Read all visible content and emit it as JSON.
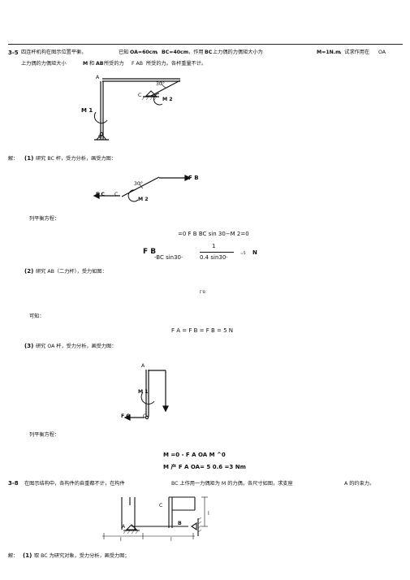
{
  "problem_3_5": {
    "number": "3-5",
    "text_a": "四连杆机构在图示位置平衡，",
    "text_b": "已知",
    "oa": "OA=60cm",
    "sep1": "，",
    "bc": "BC=40cm",
    "text_c": "，作用",
    "bc2": "BC",
    "text_d": "上力偶的力偶矩大小为",
    "m2": "M=1N.m",
    "text_e": "，试求作用在",
    "oa2": "OA",
    "line2_a": "上力偶的力偶矩大小",
    "m1": "M",
    "line2_b": "和",
    "ab": "AB",
    "line2_c": "所受的力",
    "fab": "F AB",
    "line2_d": "所受的力。各杆重量不计。"
  },
  "figure1": {
    "label_a": "A",
    "label_angle": "30°",
    "label_c": "C",
    "label_m2": "M 2",
    "label_m1": "M 1",
    "label_o": "O"
  },
  "solution": {
    "prefix": "解：",
    "step1_num": "(1)",
    "step1_text": "研究 BC 杆，受力分析，画受力图：",
    "fig2": {
      "fb": "F B",
      "angle": "30°",
      "fc": "F C",
      "c": "C",
      "m2": "M 2"
    },
    "eq_heading": "列平衡方程：",
    "eq1": "=0 F B BC sin 30−M 2=0",
    "eq2_left": "F B",
    "eq2_mid": "-BC sin30·",
    "eq2_num": "1",
    "eq2_den": "0.4 sin30·",
    "eq2_sub": "=5",
    "eq2_unit": "N",
    "step2_num": "(2)",
    "step2_text": "研究 AB（二力杆），受力如图：",
    "fb_small": "F'B",
    "known": "可知：",
    "eq3": "F A = F B = F B  = 5 N",
    "step3_num": "(3)",
    "step3_text": "研究 OA 杆，受力分析，画受力图：",
    "fig3": {
      "a": "A",
      "m1": "M 1",
      "fo": "F O",
      "o": "O"
    },
    "eq_heading2": "列平衡方程：",
    "eq4": "M =0       - F A OA M ^0",
    "eq5": "M 产 F A OA= 5 0.6 =3 Nm"
  },
  "problem_3_8": {
    "number": "3-8",
    "text_a": "在图示结构中，各构件的自重都不计，在构件",
    "text_b": "BC 上作用一力偶矩为  M 的力偶，各尺寸如图，求支座",
    "text_c": "A 的约束力。",
    "fig": {
      "c": "C",
      "l_right": "l",
      "a": "A",
      "b": "B",
      "l_bottom1": "l",
      "l_bottom2": "l"
    }
  },
  "solution_3_8": {
    "prefix": "解：",
    "step1_num": "(1)",
    "step1_text": "取 BC 为研究对象，受力分析，画受力图；"
  }
}
